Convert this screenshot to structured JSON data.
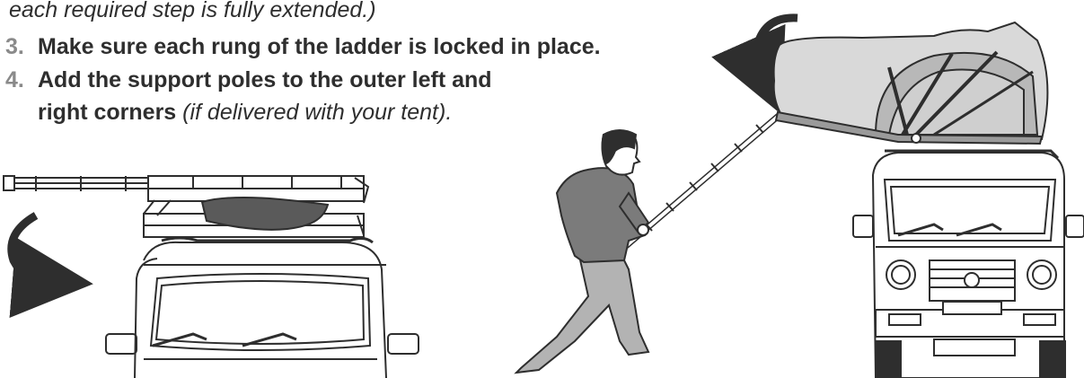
{
  "instructions": {
    "continuation": "each required step is fully extended.)",
    "steps": [
      {
        "number": "3.",
        "text": "Make sure each rung of the ladder is locked in place."
      },
      {
        "number": "4.",
        "text": "Add the support poles to the outer left and",
        "text_line2": "right corners",
        "note": "(if delivered with your tent)."
      }
    ]
  },
  "colors": {
    "ink": "#2e2e2e",
    "number": "#8a8a8a",
    "canvas": "#d9d9d9",
    "canvas_dark": "#9a9a9a",
    "window_fill": "#b8b8b8",
    "fabric_dark": "#5a5a5a",
    "shirt": "#7b7b7b",
    "pants": "#b3b3b3"
  },
  "icons": [
    "curved-arrow-icon",
    "curved-arrow-icon"
  ]
}
